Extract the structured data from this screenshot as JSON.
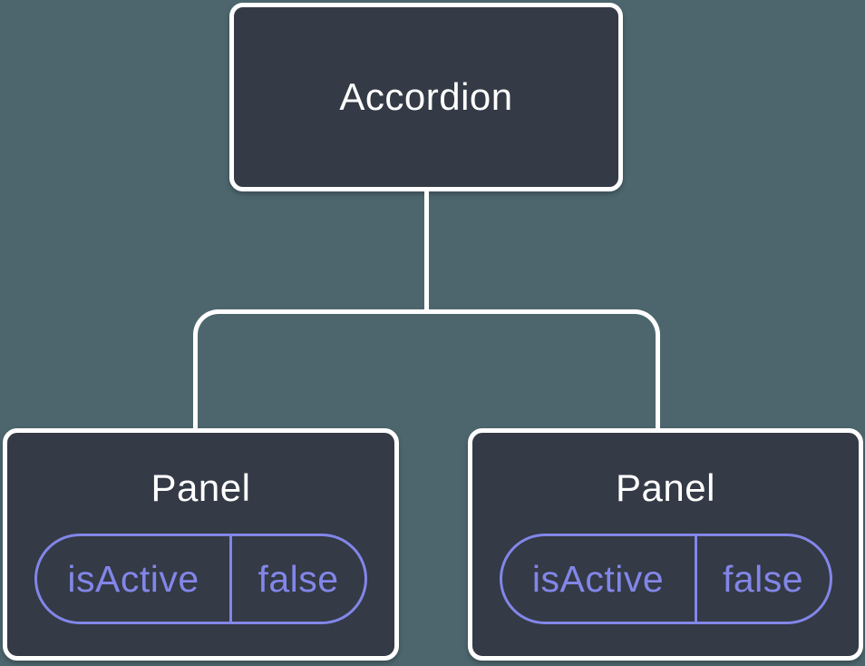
{
  "colors": {
    "background": "#4D666E",
    "node_fill": "#343A46",
    "node_border": "#FFFFFF",
    "label_text": "#FFFFFF",
    "accent_purple": "#8286E8"
  },
  "tree": {
    "root": {
      "label": "Accordion"
    },
    "children": [
      {
        "label": "Panel",
        "state_key": "isActive",
        "state_value": "false"
      },
      {
        "label": "Panel",
        "state_key": "isActive",
        "state_value": "false"
      }
    ]
  }
}
